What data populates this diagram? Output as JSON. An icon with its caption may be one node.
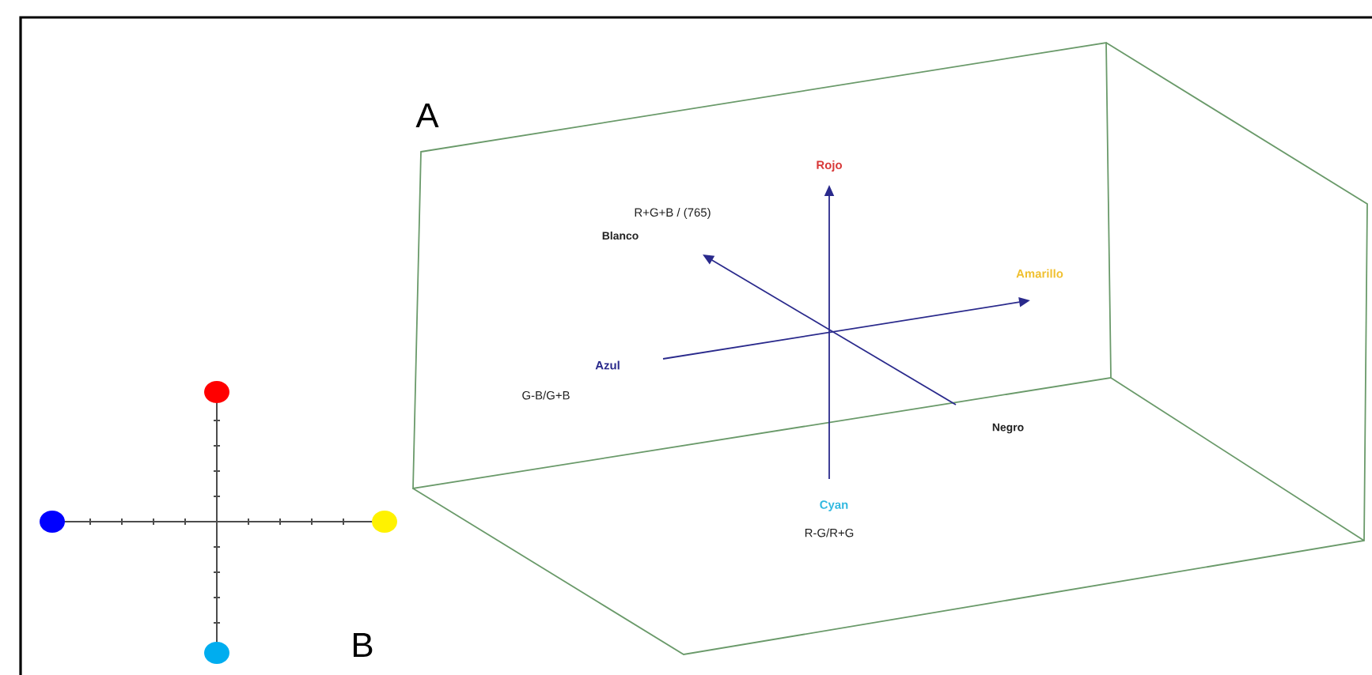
{
  "diagram": {
    "labels": [
      "A",
      "Rojo",
      "R+G+B / (765)",
      "Blanco",
      "Amarillo",
      "Azul",
      "G-B/G+B",
      "Negro",
      "Cyan",
      "R-G/R+G",
      "B"
    ]
  }
}
